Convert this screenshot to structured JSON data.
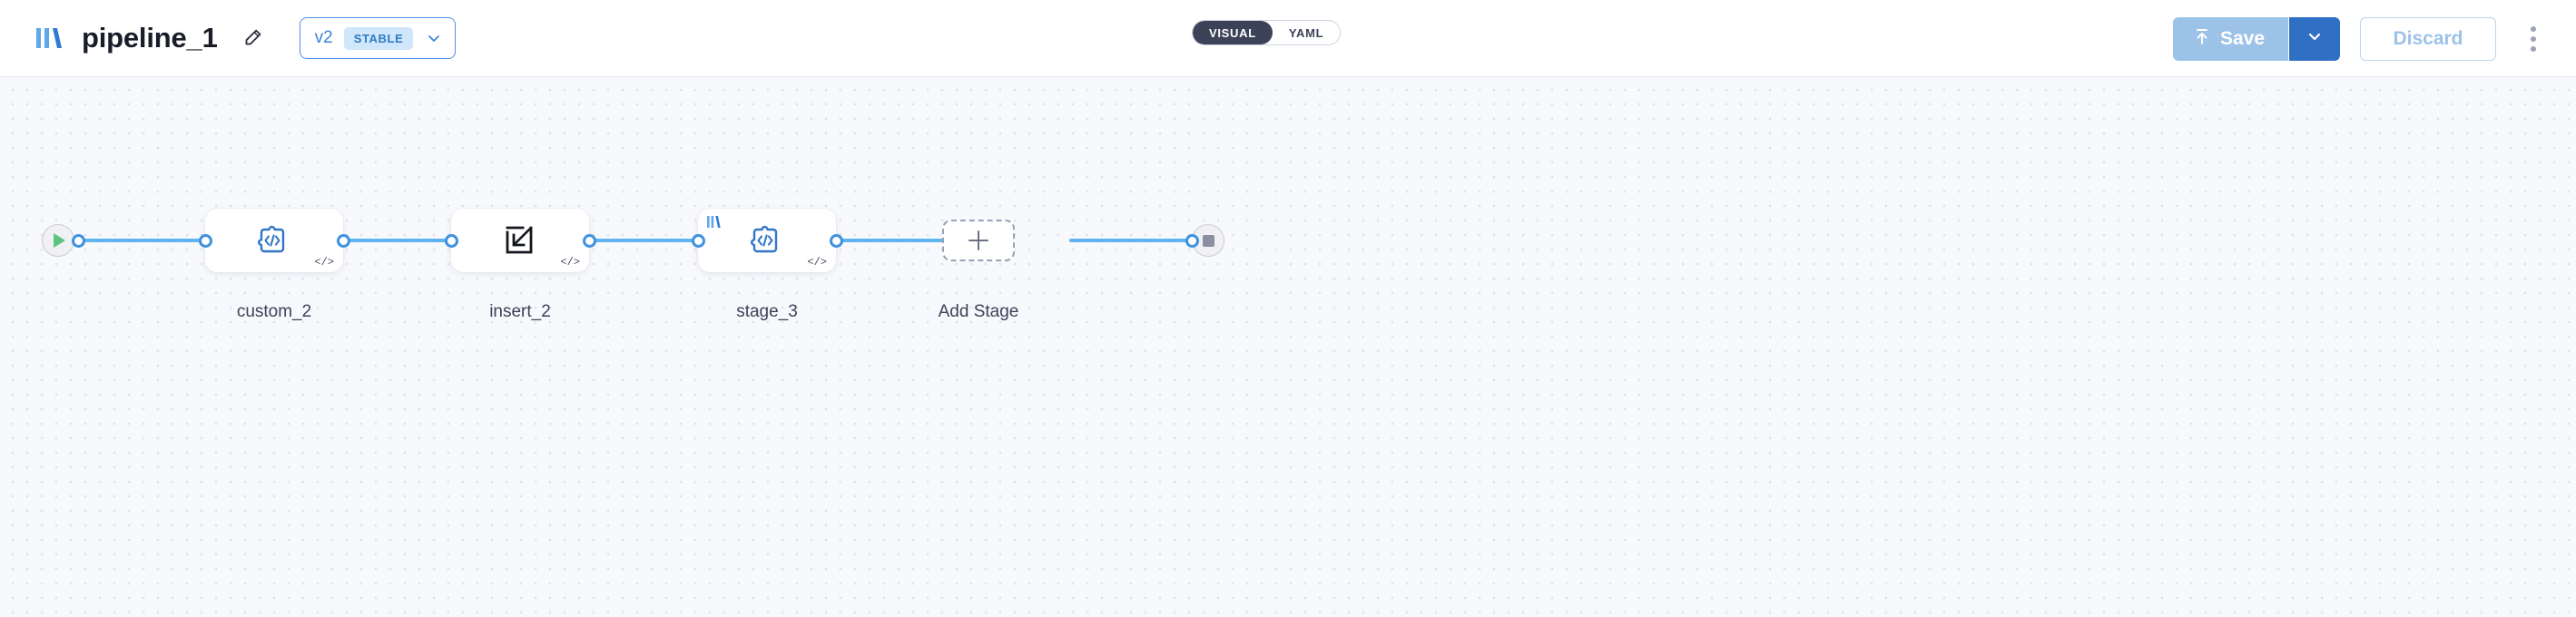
{
  "header": {
    "brand_logo_icon": "pipeline-bars-logo-icon",
    "title": "pipeline_1",
    "edit_icon": "pencil-edit-icon",
    "version": {
      "label": "v2",
      "badge": "STABLE",
      "chevron_icon": "chevron-down-icon"
    },
    "view_toggle": {
      "options": [
        {
          "label": "VISUAL",
          "active": true
        },
        {
          "label": "YAML",
          "active": false
        }
      ]
    },
    "actions": {
      "save_label": "Save",
      "save_icon": "upload-arrow-icon",
      "save_caret_icon": "chevron-down-icon",
      "discard_label": "Discard",
      "menu_icon": "kebab-menu-icon"
    }
  },
  "canvas": {
    "start_node": {
      "icon": "play-icon",
      "name": "start"
    },
    "end_node": {
      "icon": "stop-square-icon",
      "name": "end"
    },
    "stages": [
      {
        "label": "custom_2",
        "icon": "puzzle-code-icon",
        "badge": "</>",
        "has_brand": false
      },
      {
        "label": "insert_2",
        "icon": "insert-arrow-box-icon",
        "badge": "</>",
        "has_brand": false
      },
      {
        "label": "stage_3",
        "icon": "puzzle-code-icon",
        "badge": "</>",
        "has_brand": true
      }
    ],
    "add_stage": {
      "label": "Add Stage",
      "icon": "plus-icon"
    }
  },
  "colors": {
    "accent_blue": "#3f92dd",
    "edge_blue": "#60b4ef",
    "node_icon_blue": "#3176c9",
    "toggle_active_bg": "#3c4257",
    "save_bg": "#9cc2e8",
    "save_caret_bg": "#2f6fc4",
    "canvas_bg": "#f8f9fd",
    "badge_bg": "#cfe6fb",
    "start_green": "#5bc47f",
    "stop_grey": "#8b8fa3"
  }
}
